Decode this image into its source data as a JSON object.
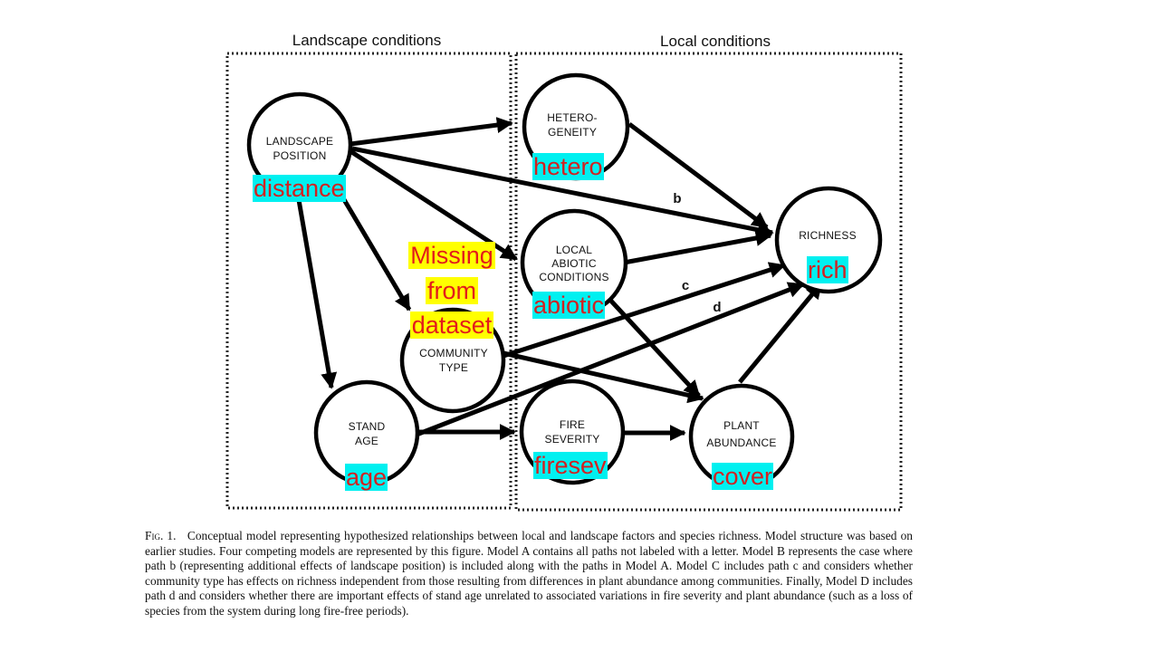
{
  "box_titles": {
    "landscape": "Landscape conditions",
    "local": "Local conditions"
  },
  "nodes": {
    "landscape_position": [
      "LANDSCAPE",
      "POSITION"
    ],
    "heterogeneity": [
      "HETERO-",
      "GENEITY"
    ],
    "local_abiotic": [
      "LOCAL",
      "ABIOTIC",
      "CONDITIONS"
    ],
    "community_type": [
      "COMMUNITY",
      "TYPE"
    ],
    "stand_age": [
      "STAND",
      "AGE"
    ],
    "fire_severity": [
      "FIRE",
      "SEVERITY"
    ],
    "plant_abundance": [
      "PLANT",
      "ABUNDANCE"
    ],
    "richness": [
      "RICHNESS"
    ]
  },
  "path_labels": {
    "b": "b",
    "c": "c",
    "d": "d"
  },
  "variable_tags": {
    "distance": "distance",
    "hetero": "hetero",
    "abiotic": "abiotic",
    "age": "age",
    "firesev": "firesev",
    "cover": "cover",
    "rich": "rich"
  },
  "missing_note": [
    "Missing",
    "from",
    "dataset"
  ],
  "caption": {
    "label": "Fig. 1.",
    "text": "Conceptual model representing hypothesized relationships between local and landscape factors and species richness. Model structure was based on earlier studies. Four competing models are represented by this figure. Model A contains all paths not labeled with a letter. Model B represents the case where path b (representing additional effects of landscape position) is included along with the paths in Model A. Model C includes path c and considers whether community type has effects on richness independent from those resulting from differences in plant abundance among communities. Finally, Model D includes path d and considers whether there are important effects of stand age unrelated to associated variations in fire severity and plant abundance (such as a loss of species from the system during long fire-free periods)."
  },
  "colors": {
    "tag_background": "#00f0f0",
    "tag_text": "#d42020",
    "missing_background": "#ffff00",
    "missing_text": "#e31b1b"
  }
}
